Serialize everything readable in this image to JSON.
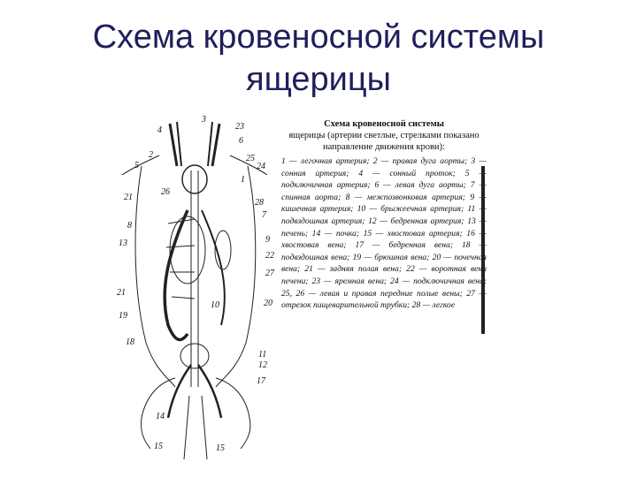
{
  "slide": {
    "title_line1": "Схема кровеносной системы",
    "title_line2": "ящерицы"
  },
  "caption": {
    "title": "Схема кровеносной системы",
    "subtitle": "ящерицы (артерии светлые, стрелками показано направление движения крови):",
    "legend": "1 — легочная артерия; 2 — правая дуга аорты; 3 — сонная артерия; 4 — сонный проток; 5 — подключичная артерия; 6 — левая дуга аорты; 7 — спинная аорта; 8 — межпозвонковая артерия; 9 — кишечная артерия; 10 — брыжеечная артерия; 11 — подвздошная артерия; 12 — бедренная артерия; 13 — печень; 14 — почка; 15 — хвостовая артерия; 16 — хвостовая вена; 17 — бедренная вена; 18 — подвздошная вена; 19 — брюшная вена; 20 — почечная вена; 21 — задняя полая вена; 22 — воротная вена печени; 23 — яремная вена; 24 — подключичная вена; 25, 26 — левая и правая передние полые вены; 27 — отрезок пищеварительной трубки; 28 — легкое"
  },
  "labels": [
    "3",
    "4",
    "23",
    "6",
    "2",
    "25",
    "24",
    "5",
    "1",
    "21",
    "26",
    "28",
    "7",
    "8",
    "13",
    "9",
    "22",
    "27",
    "21",
    "10",
    "20",
    "19",
    "18",
    "11",
    "12",
    "17",
    "14",
    "15",
    "15"
  ]
}
